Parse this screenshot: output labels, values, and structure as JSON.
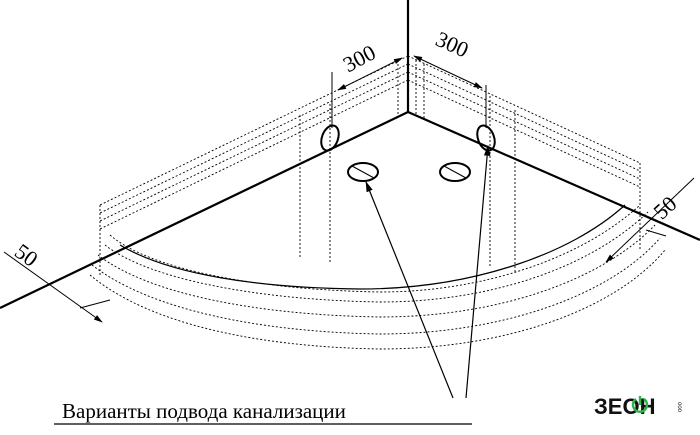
{
  "diagram": {
    "dimension_left_depth": "300",
    "dimension_right_depth": "300",
    "dimension_left_side": "50",
    "dimension_right_side": "50",
    "caption": "Варианты подвода канализации"
  },
  "logo": {
    "brand": "ЗЕОН",
    "suffix": "ооо",
    "icon": "power-icon"
  }
}
